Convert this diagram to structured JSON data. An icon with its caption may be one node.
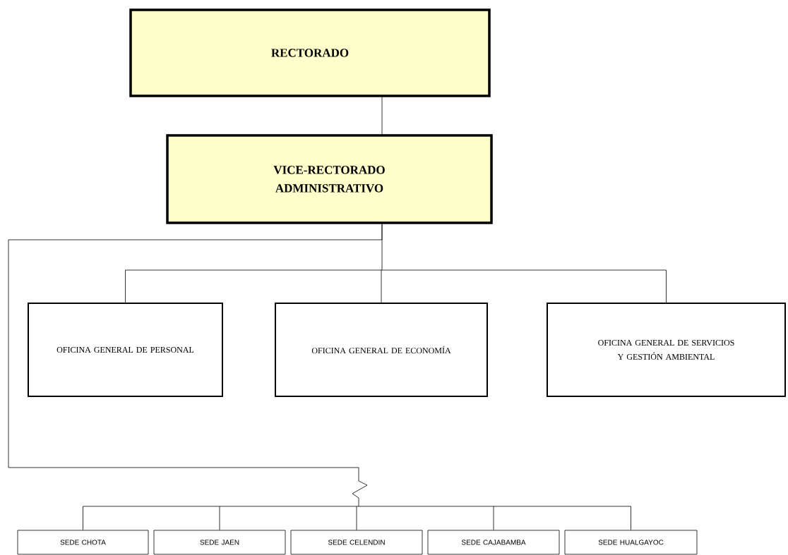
{
  "diagram": {
    "nodes": [
      {
        "text": [
          "RECTORADO"
        ]
      },
      {
        "text": [
          "VICE-RECTORADO ADMINISTRATIVO"
        ]
      },
      {
        "text": [
          "OFICINA GENERAL DE PERSONAL"
        ]
      },
      {
        "text": [
          "OFICINA GENERAL  DE ECONOMÍA"
        ]
      },
      {
        "text": [
          "OFICINA GENERAL DE SERVICIOS Y GESTIÓN AMBIENTAL"
        ]
      },
      {
        "text": [
          "SEDE CHOTA"
        ]
      },
      {
        "text": [
          "SEDE JAEN"
        ]
      },
      {
        "text": [
          "SEDE CELENDIN"
        ]
      },
      {
        "text": [
          "SEDE CAJABAMBA"
        ]
      },
      {
        "text": [
          "SEDE HUALGAYOC"
        ]
      }
    ],
    "edges": [
      {
        "from": 0,
        "to": 1,
        "arrow": "none"
      },
      {
        "from": 1,
        "to": 2,
        "arrow": "none"
      },
      {
        "from": 1,
        "to": 3,
        "arrow": "none"
      },
      {
        "from": 1,
        "to": 4,
        "arrow": "none"
      },
      {
        "from": 1,
        "to": 5,
        "arrow": "none"
      },
      {
        "from": 1,
        "to": 6,
        "arrow": "none"
      },
      {
        "from": 1,
        "to": 7,
        "arrow": "none"
      },
      {
        "from": 1,
        "to": 8,
        "arrow": "none"
      },
      {
        "from": 1,
        "to": 9,
        "arrow": "none"
      }
    ]
  }
}
